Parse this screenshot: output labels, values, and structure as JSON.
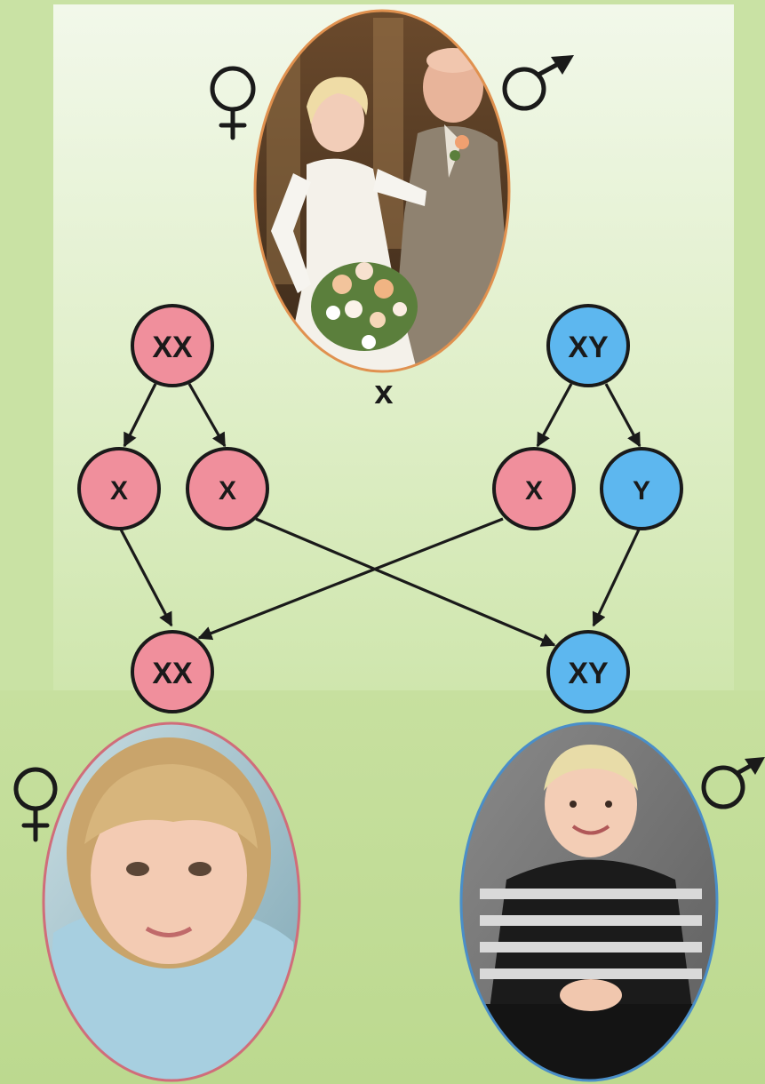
{
  "colors": {
    "female_node": "#f08f9c",
    "male_node": "#5db7ef",
    "node_stroke": "#1a1a1a",
    "arrow": "#1a1a1a",
    "frame_parents": "#e0914f",
    "frame_girl": "#d06d7a",
    "frame_boy": "#4a8ec8"
  },
  "parents": {
    "photo": "wedding-couple-photo",
    "female_symbol": "venus-icon",
    "male_symbol": "mars-icon"
  },
  "cross_symbol": "x",
  "mother": {
    "genotype": "XX"
  },
  "father": {
    "genotype": "XY"
  },
  "gametes": {
    "mother": [
      "X",
      "X"
    ],
    "father": [
      "X",
      "Y"
    ]
  },
  "offspring": {
    "daughter": {
      "genotype": "XX",
      "photo": "girl-portrait-photo",
      "symbol": "venus-icon"
    },
    "son": {
      "genotype": "XY",
      "photo": "boy-portrait-photo",
      "symbol": "mars-icon"
    }
  }
}
